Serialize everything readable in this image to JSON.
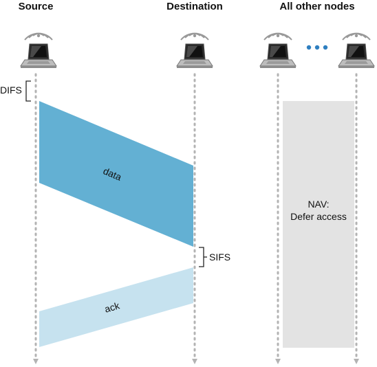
{
  "headers": {
    "source": "Source",
    "destination": "Destination",
    "others": "All other nodes"
  },
  "labels": {
    "difs": "DIFS",
    "sifs": "SIFS",
    "data": "data",
    "ack": "ack",
    "nav_line1": "NAV:",
    "nav_line2": "Defer access"
  },
  "colors": {
    "data_frame": "#63b0d3",
    "ack_frame": "#c6e2ef",
    "nav_block": "#e3e3e3",
    "timeline": "#b3b3b3"
  },
  "icons": {
    "node": "wireless-laptop-icon",
    "ellipsis": "ellipsis-dots-icon"
  }
}
